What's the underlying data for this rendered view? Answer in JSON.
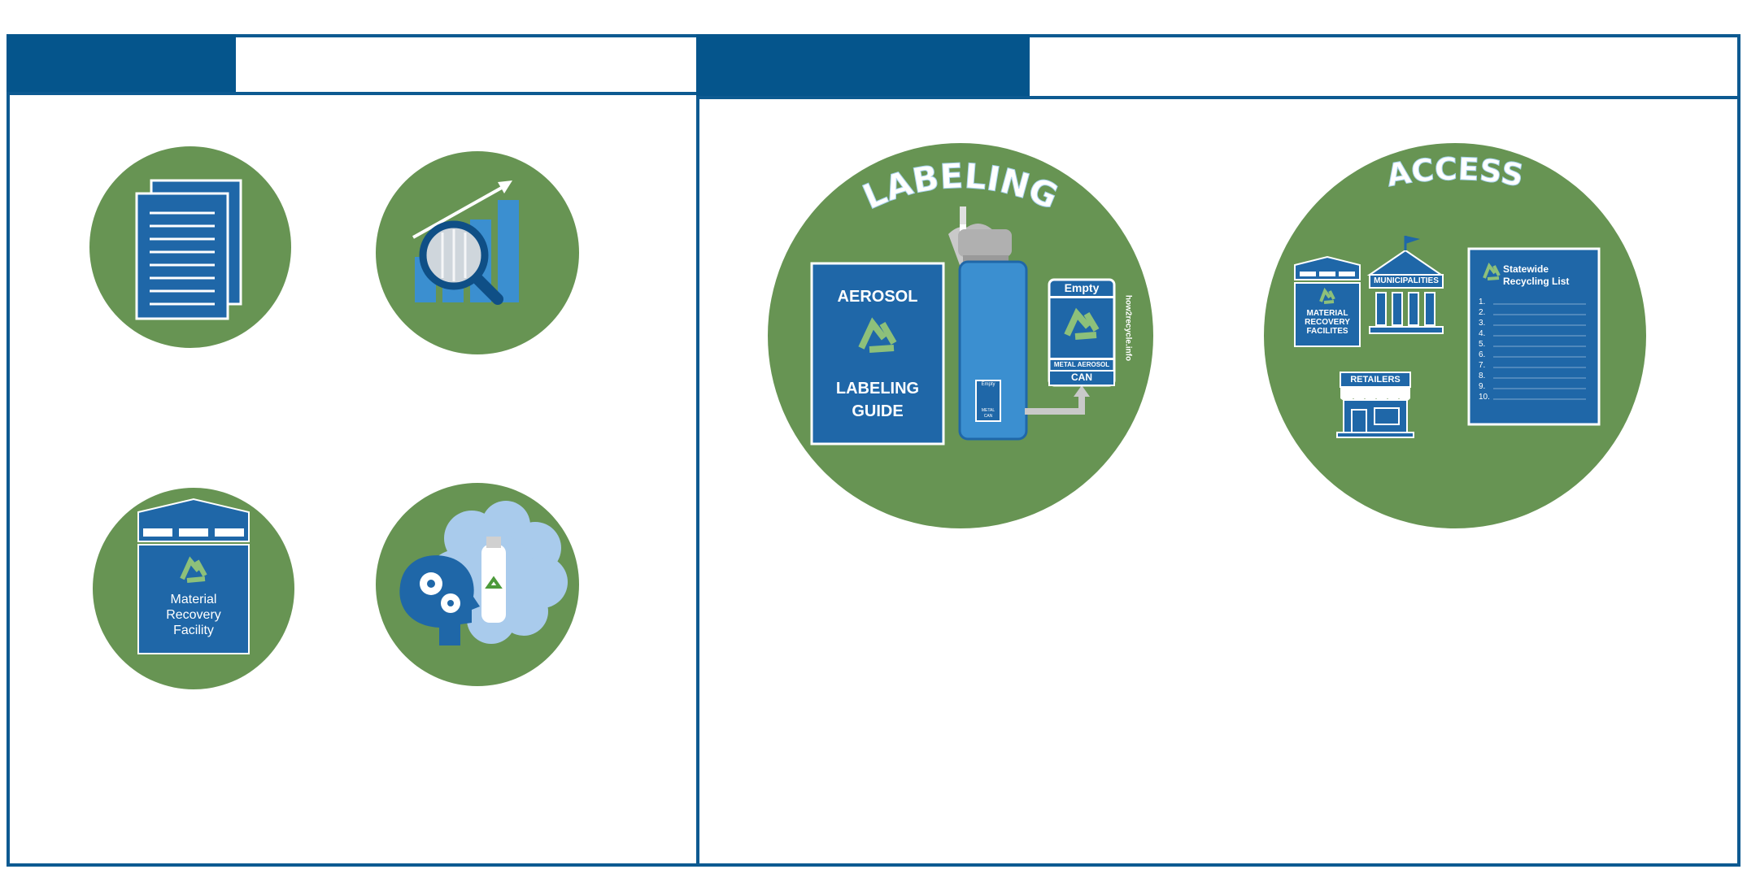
{
  "colors": {
    "panel_border": "#0d5a91",
    "header": "#05558c",
    "circle_green": "#679453",
    "doc_blue": "#1f67a8",
    "light_blue": "#3b8fd0",
    "recycle_green": "#8dc07a"
  },
  "left_panel": {
    "icons": [
      {
        "name": "documents",
        "icon": "stacked-document-icon"
      },
      {
        "name": "analysis",
        "icon": "chart-magnifier-icon"
      },
      {
        "name": "mrf",
        "icon": "recycling-facility-icon",
        "label_lines": [
          "Material",
          "Recovery",
          "Facility"
        ]
      },
      {
        "name": "thinking",
        "icon": "head-gears-aerosol-icon"
      }
    ]
  },
  "right_panel": {
    "labeling": {
      "title": "LABELING",
      "guide_top": "AEROSOL",
      "guide_lines": [
        "LABELING",
        "GUIDE"
      ],
      "label_empty": "Empty",
      "label_metal": "METAL AEROSOL",
      "label_can": "CAN",
      "small_empty": "Empty",
      "small_metal": "METAL",
      "small_can": "CAN",
      "website": "how2recycle.info"
    },
    "access": {
      "title": "ACCESS",
      "mrf_lines": [
        "MATERIAL",
        "RECOVERY",
        "FACILITES"
      ],
      "municipalities": "MUNICIPALITIES",
      "retailers": "RETAILERS",
      "list_title_lines": [
        "Statewide",
        "Recycling List"
      ],
      "list_numbers": [
        "1.",
        "2.",
        "3.",
        "4.",
        "5.",
        "6.",
        "7.",
        "8.",
        "9.",
        "10."
      ]
    }
  }
}
